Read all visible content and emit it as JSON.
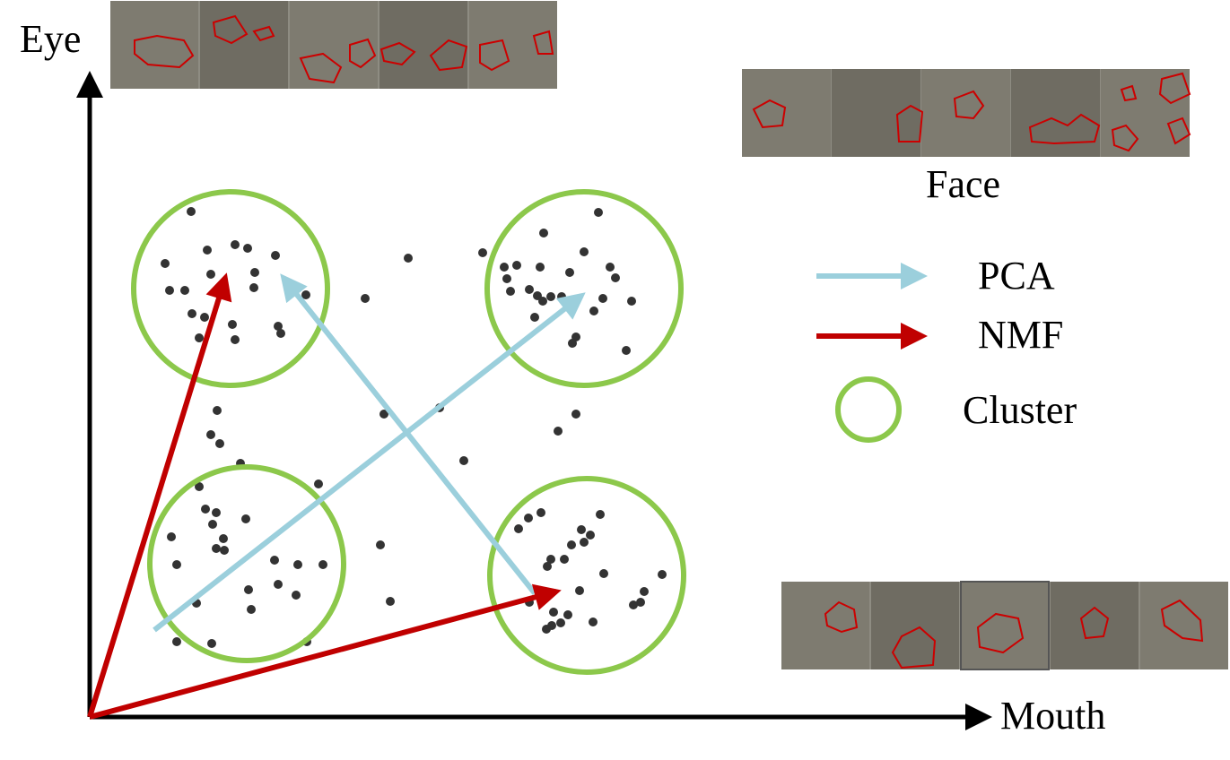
{
  "axes": {
    "y_label": "Eye",
    "x_label": "Mouth"
  },
  "strips": {
    "top": {
      "caption": ""
    },
    "right": {
      "caption": "Face"
    },
    "bottom": {
      "caption": ""
    }
  },
  "legend": {
    "items": [
      {
        "label": "PCA",
        "kind": "arrow",
        "color": "#9bcfdc"
      },
      {
        "label": "NMF",
        "kind": "arrow",
        "color": "#c00000"
      },
      {
        "label": "Cluster",
        "kind": "circle",
        "color": "#8cc84b"
      }
    ]
  },
  "colors": {
    "axis": "#000000",
    "pca": "#9bcfdc",
    "nmf": "#c00000",
    "cluster": "#8cc84b",
    "point": "#333333",
    "outline": "#cc0000"
  }
}
